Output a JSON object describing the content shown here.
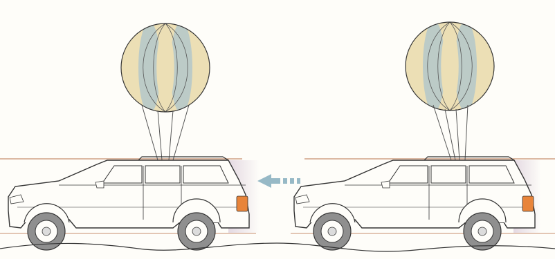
{
  "colors": {
    "background": "#fefdf9",
    "balloon_cream": "#ecdfb5",
    "balloon_blue": "#bccbc7",
    "shadow": "#e4d9e2",
    "arrow": "#97b9c6",
    "horizon_line": "#c8906e",
    "tire": "#8f8f8f",
    "tail_light": "#e8843a",
    "outline": "#333333"
  },
  "icons": [
    "balloon-icon",
    "suv-icon",
    "direction-arrow-icon"
  ],
  "scene": {
    "panels": [
      {
        "id": "left",
        "role": "vehicle with balloon, showing pressure behind the vehicle"
      },
      {
        "id": "right",
        "role": "vehicle with balloon"
      }
    ],
    "arrow_direction": "left"
  }
}
